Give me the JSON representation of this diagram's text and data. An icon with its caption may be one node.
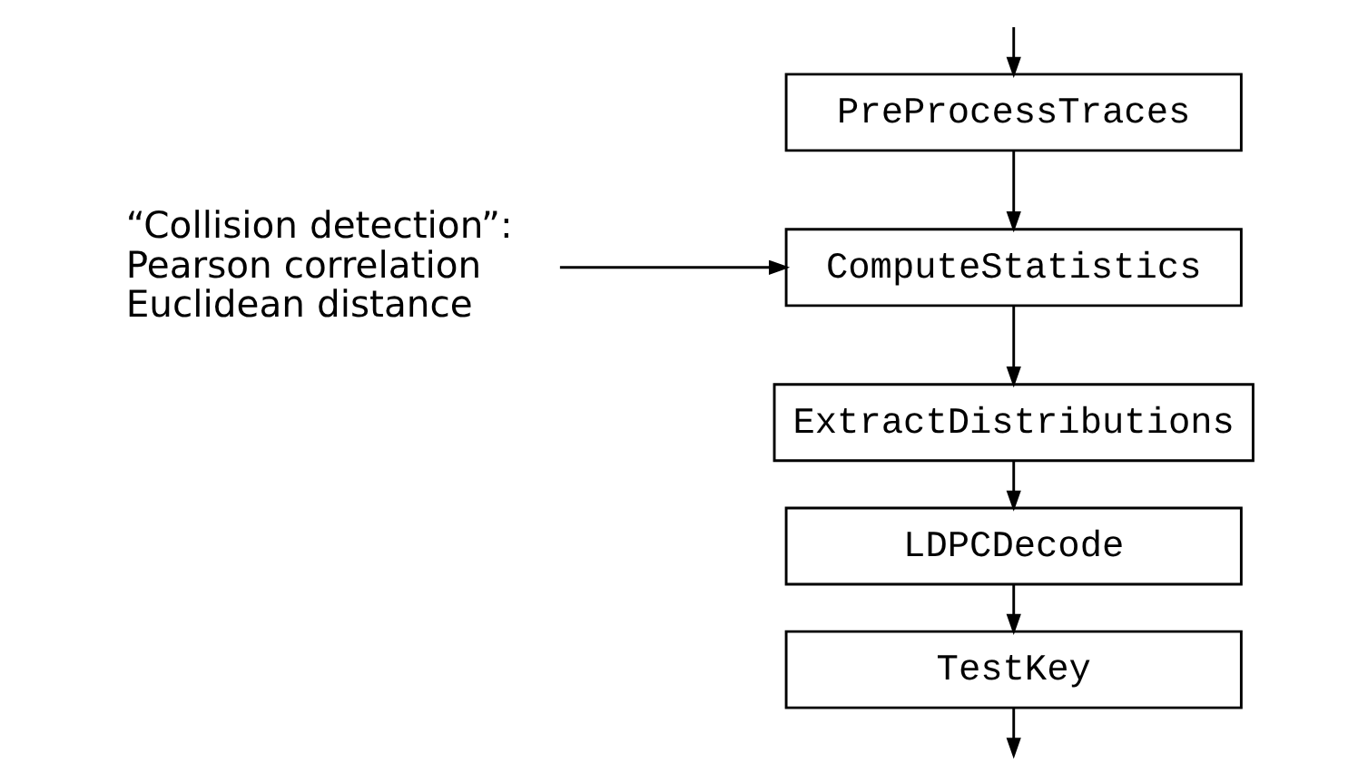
{
  "diagram": {
    "nodes": [
      {
        "text": [
          "PreProcessTraces"
        ]
      },
      {
        "text": [
          "ComputeStatistics"
        ]
      },
      {
        "text": [
          "ExtractDistributions"
        ]
      },
      {
        "text": [
          "LDPCDecode"
        ]
      },
      {
        "text": [
          "TestKey"
        ]
      },
      {
        "text": [
          "“Collision detection”:",
          "Pearson correlation",
          "Euclidean distance"
        ]
      }
    ],
    "edges": [
      {
        "from": null,
        "to": 0,
        "arrow": "to"
      },
      {
        "from": 0,
        "to": 1,
        "arrow": "to"
      },
      {
        "from": 1,
        "to": 2,
        "arrow": "to"
      },
      {
        "from": 2,
        "to": 3,
        "arrow": "to"
      },
      {
        "from": 3,
        "to": 4,
        "arrow": "to"
      },
      {
        "from": 4,
        "to": null,
        "arrow": "to"
      },
      {
        "from": 5,
        "to": 1,
        "arrow": "to"
      }
    ]
  }
}
